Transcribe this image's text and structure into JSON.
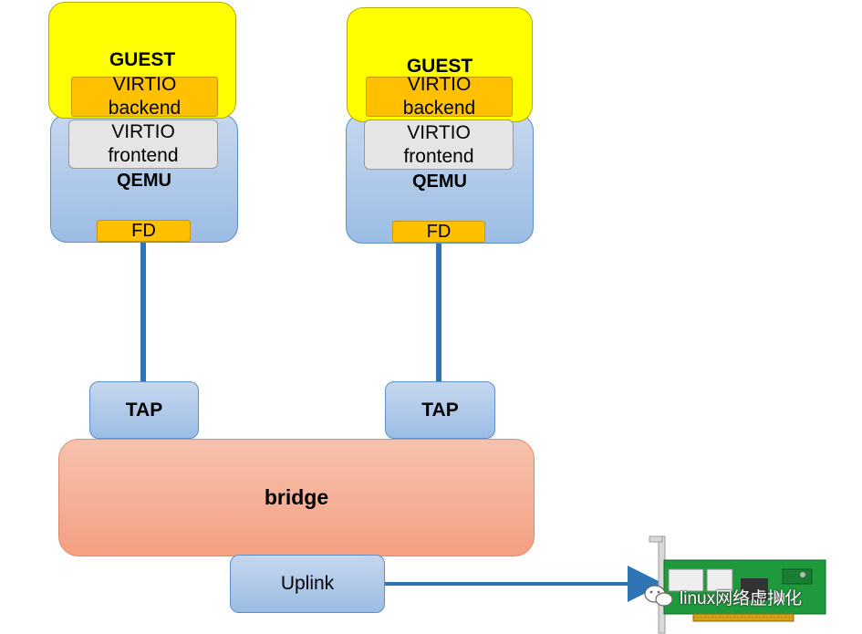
{
  "guests": [
    {
      "guest_label": "GUEST",
      "virtio_backend": [
        "VIRTIO",
        "backend"
      ],
      "virtio_frontend": [
        "VIRTIO",
        "frontend"
      ],
      "qemu_label": "QEMU",
      "fd_label": "FD",
      "tap_label": "TAP"
    },
    {
      "guest_label": "GUEST",
      "virtio_backend": [
        "VIRTIO",
        "backend"
      ],
      "virtio_frontend": [
        "VIRTIO",
        "frontend"
      ],
      "qemu_label": "QEMU",
      "fd_label": "FD",
      "tap_label": "TAP"
    }
  ],
  "bridge": {
    "label": "bridge"
  },
  "uplink": {
    "label": "Uplink"
  },
  "watermark": {
    "text": "linux网络虚拟化"
  },
  "colors": {
    "guest": "#ffff00",
    "virtio_backend": "#ffc000",
    "virtio_frontend": "#e5e5e5",
    "qemu": "#9bbce4",
    "bridge": "#f4a083",
    "link": "#2e75b6",
    "nic_board": "#1e9a3c"
  }
}
